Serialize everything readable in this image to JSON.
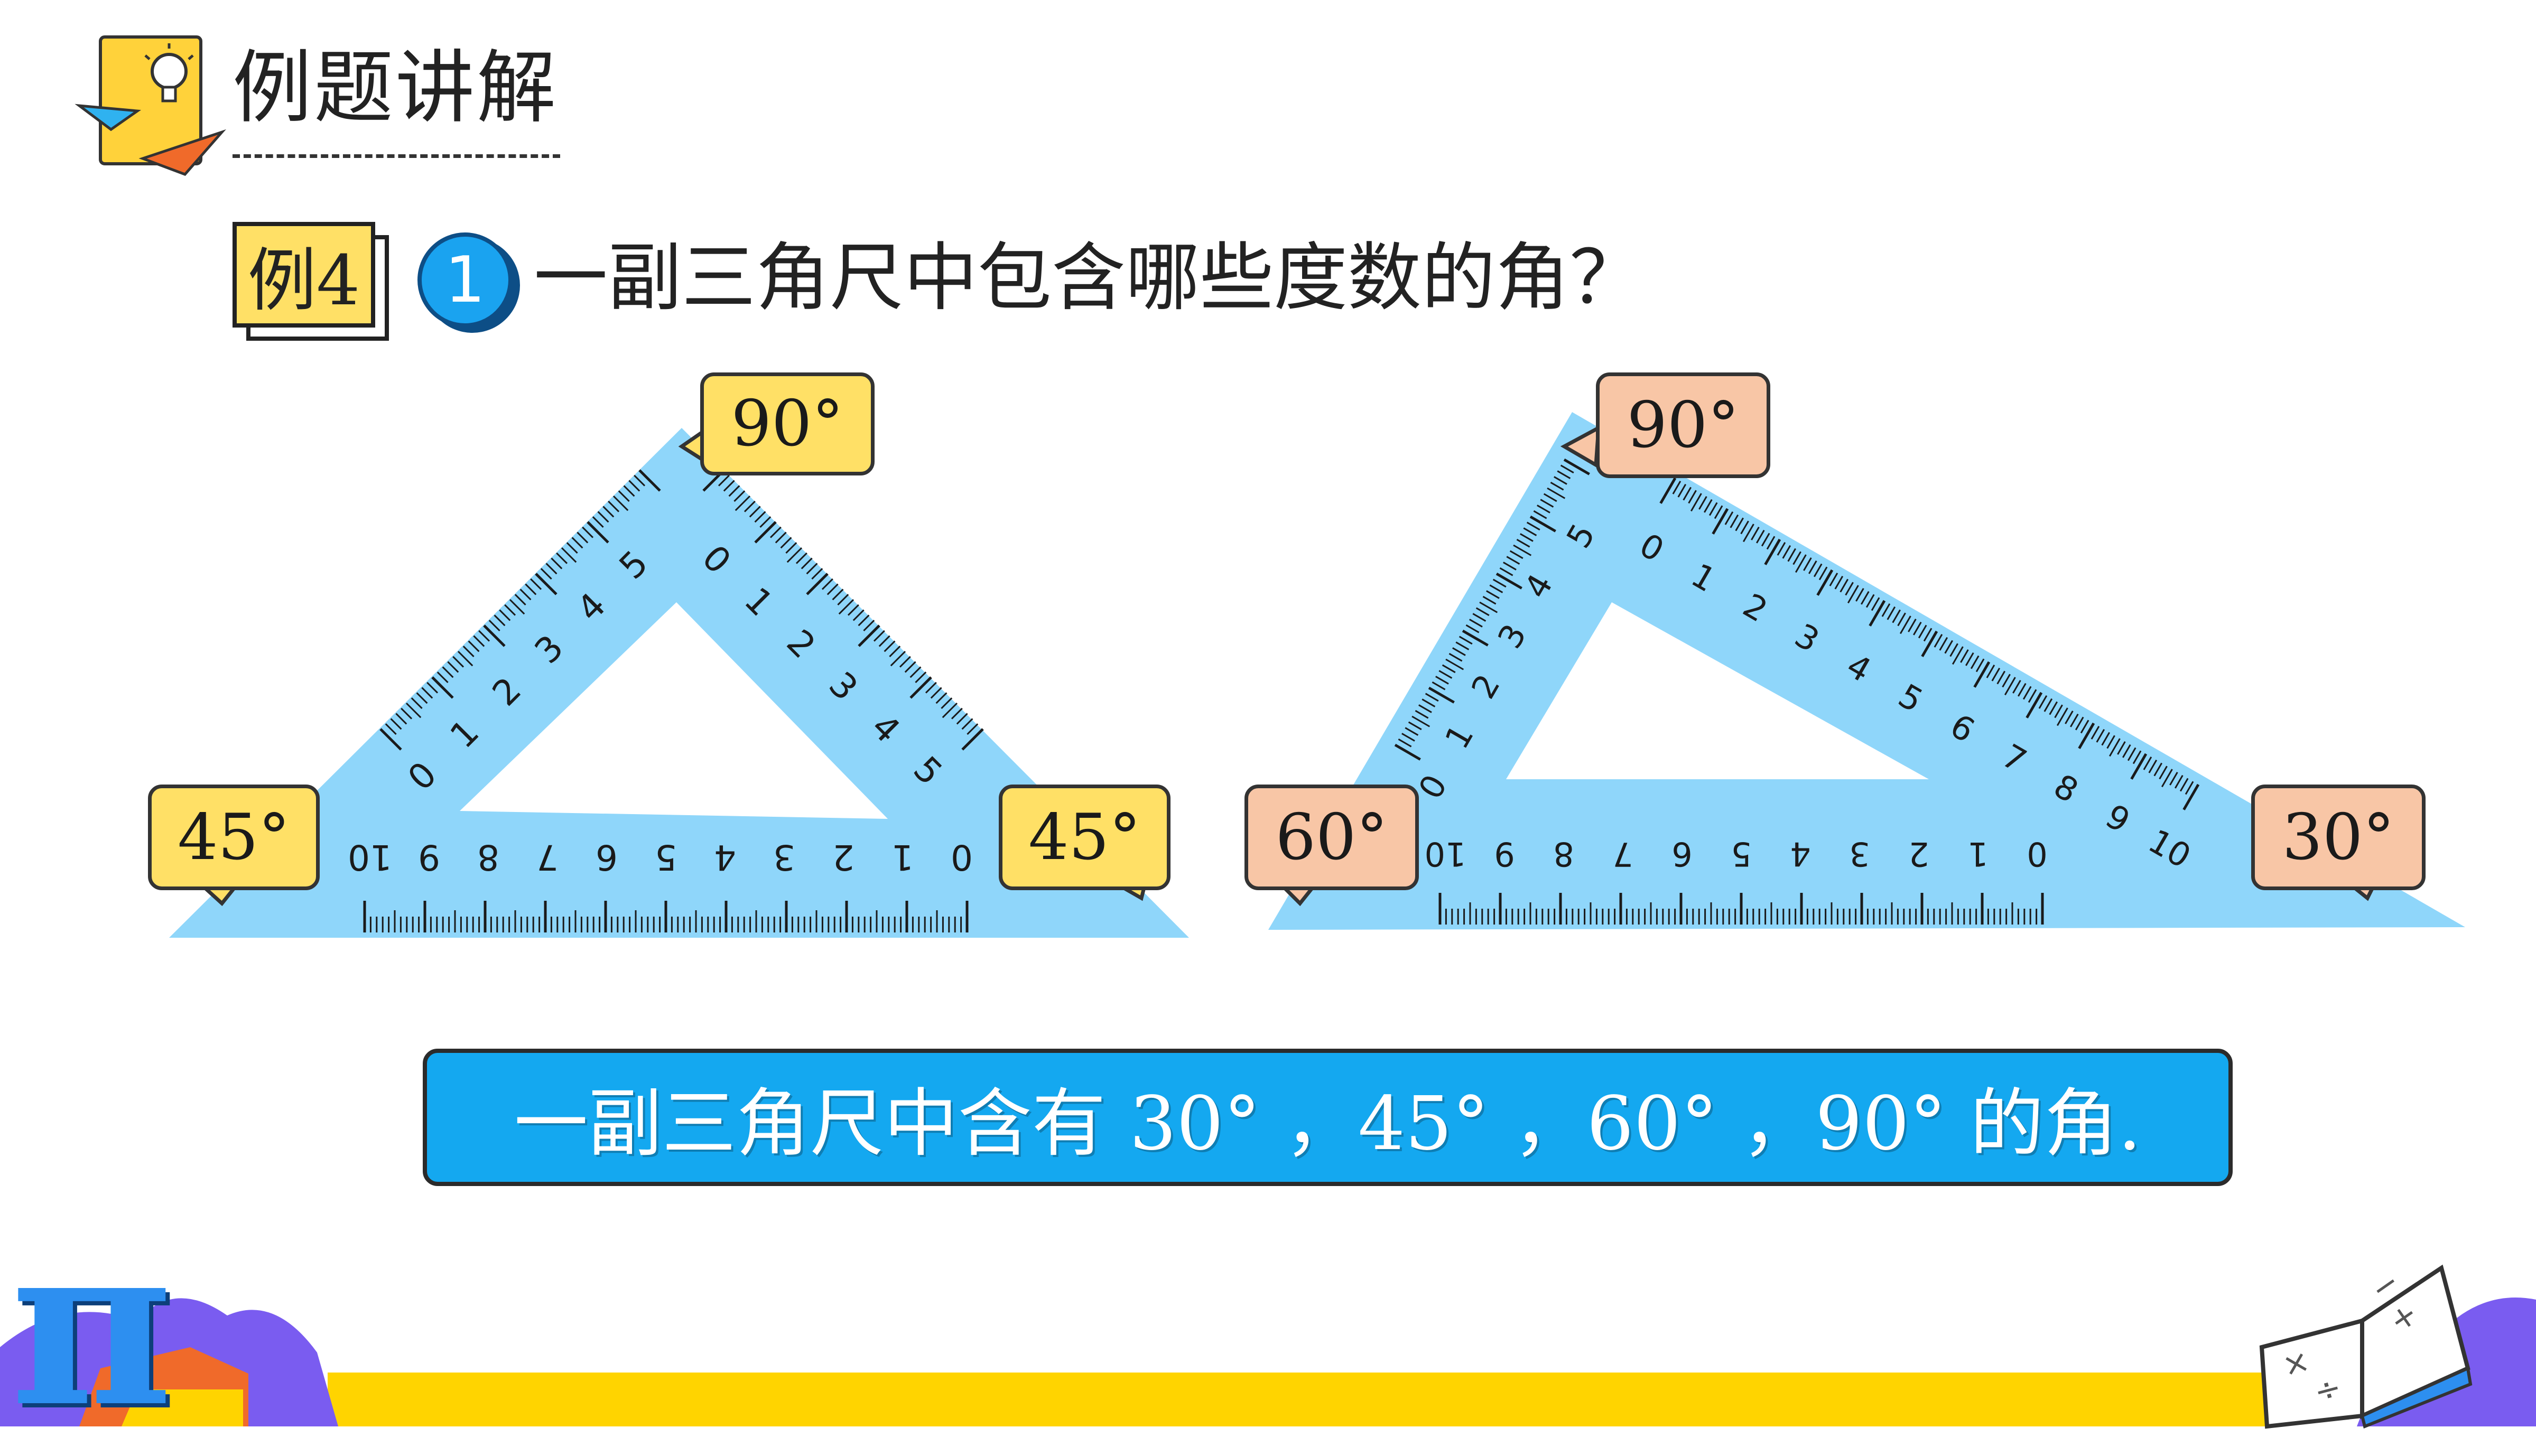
{
  "header": {
    "title": "例题讲解"
  },
  "example": {
    "badge": "例4",
    "step_number": "1",
    "question": "一副三角尺中包含哪些度数的角？"
  },
  "triangle_45": {
    "top_angle": "90°",
    "left_angle": "45°",
    "right_angle": "45°",
    "left_edge_ticks": [
      "0",
      "1",
      "2",
      "3",
      "4",
      "5"
    ],
    "right_edge_ticks": [
      "0",
      "1",
      "2",
      "3",
      "4",
      "5"
    ],
    "bottom_ticks": [
      "0",
      "1",
      "2",
      "3",
      "4",
      "5",
      "6",
      "7",
      "8",
      "9",
      "10"
    ]
  },
  "triangle_30_60": {
    "top_angle": "90°",
    "left_angle": "60°",
    "right_angle": "30°",
    "short_edge_ticks": [
      "0",
      "1",
      "2",
      "3",
      "4",
      "5"
    ],
    "long_edge_ticks": [
      "0",
      "1",
      "2",
      "3",
      "4",
      "5",
      "6",
      "7",
      "8",
      "9",
      "10"
    ],
    "bottom_ticks": [
      "0",
      "1",
      "2",
      "3",
      "4",
      "5",
      "6",
      "7",
      "8",
      "9",
      "10"
    ]
  },
  "answer": "一副三角尺中含有 30° ，45° ，60° ，90° 的角.",
  "decor": {
    "pi_symbol": "π",
    "book_symbols": [
      "×",
      "÷",
      "+",
      "−"
    ]
  },
  "colors": {
    "ruler_blue": "#8fd6fa",
    "label_yellow": "#ffe066",
    "label_peach": "#f8c6a6",
    "answer_blue": "#14a8f0",
    "footer_yellow": "#ffd400",
    "pi_blue": "#2d8ff0",
    "mountain_purple": "#7a5cf0"
  }
}
